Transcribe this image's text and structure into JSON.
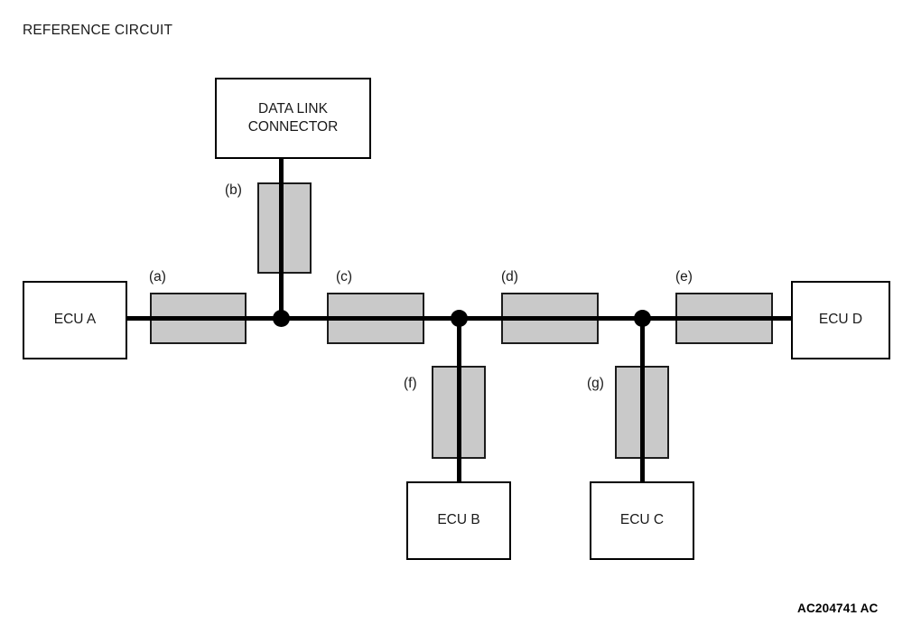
{
  "page": {
    "title": "REFERENCE CIRCUIT",
    "doc_code": "AC204741 AC",
    "background_color": "#ffffff",
    "line_color": "#000000",
    "segment_fill_color": "#c9c9c9",
    "text_color": "#1a1a1a"
  },
  "nodes": {
    "data_link_connector": {
      "label": "DATA LINK\nCONNECTOR"
    },
    "ecu_a": {
      "label": "ECU A"
    },
    "ecu_b": {
      "label": "ECU B"
    },
    "ecu_c": {
      "label": "ECU C"
    },
    "ecu_d": {
      "label": "ECU D"
    }
  },
  "segments": [
    {
      "id": "a",
      "label": "(a)",
      "orientation": "horizontal"
    },
    {
      "id": "b",
      "label": "(b)",
      "orientation": "vertical"
    },
    {
      "id": "c",
      "label": "(c)",
      "orientation": "horizontal"
    },
    {
      "id": "d",
      "label": "(d)",
      "orientation": "horizontal"
    },
    {
      "id": "e",
      "label": "(e)",
      "orientation": "horizontal"
    },
    {
      "id": "f",
      "label": "(f)",
      "orientation": "vertical"
    },
    {
      "id": "g",
      "label": "(g)",
      "orientation": "vertical"
    }
  ],
  "junctions": [
    {
      "id": "j1",
      "name": "junction-data-link"
    },
    {
      "id": "j2",
      "name": "junction-ecu-b"
    },
    {
      "id": "j3",
      "name": "junction-ecu-c"
    }
  ]
}
